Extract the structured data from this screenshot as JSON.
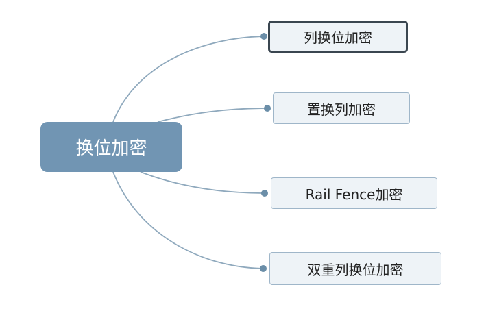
{
  "diagram": {
    "root": {
      "label": "换位加密"
    },
    "children": [
      {
        "label": "列换位加密",
        "selected": true
      },
      {
        "label": "置换列加密",
        "selected": false
      },
      {
        "label": "Rail Fence加密",
        "selected": false
      },
      {
        "label": "双重列换位加密",
        "selected": false
      }
    ],
    "colors": {
      "root_fill": "#7195b3",
      "branch_line": "#8fa9bd",
      "connector_dot": "#6b8ea8",
      "child_fill": "#eef3f7",
      "child_border": "#9fb6c9",
      "selected_border": "#3a4650"
    }
  }
}
